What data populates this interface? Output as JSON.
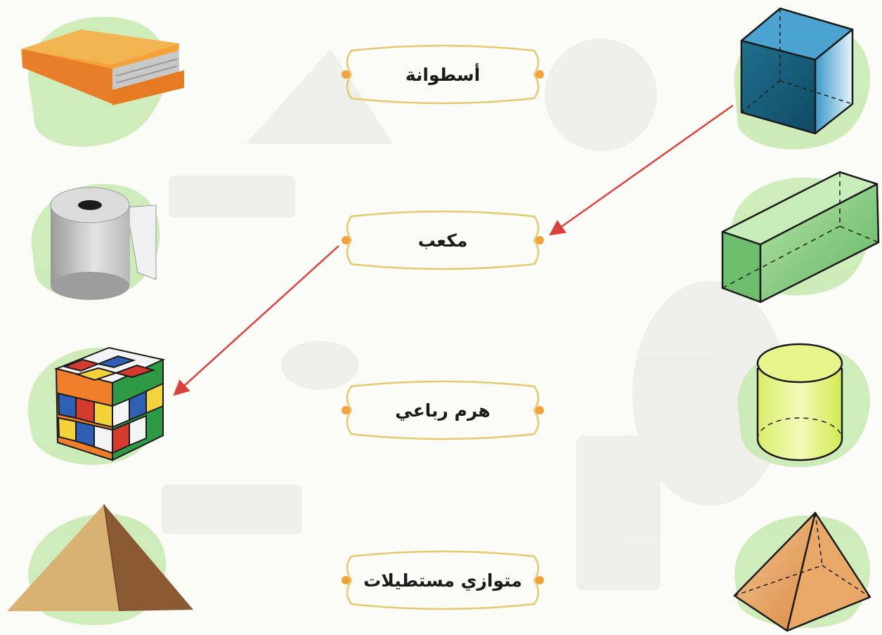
{
  "exercise": {
    "terms": [
      "أسطوانة",
      "مكعب",
      "هرم رباعي",
      "متوازي مستطيلات"
    ],
    "left_items": [
      "book-icon",
      "toilet-paper-roll-icon",
      "rubiks-cube-icon",
      "pyramid-icon"
    ],
    "right_shapes": [
      "cube-icon",
      "rectangular-prism-icon",
      "cylinder-icon",
      "square-pyramid-icon"
    ],
    "colors": {
      "frame": "#e7c86c",
      "dot": "#f2a23c",
      "arrow": "#d9423b",
      "blob": "#c7eab0"
    }
  }
}
